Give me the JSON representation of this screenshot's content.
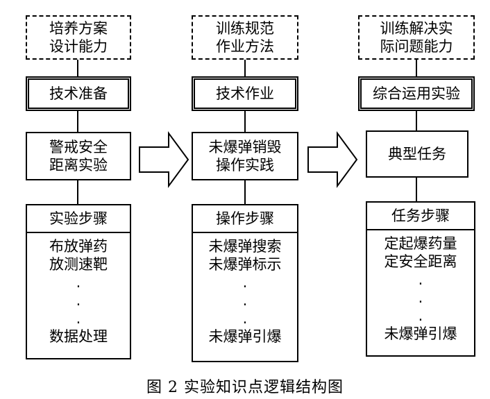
{
  "columns": [
    {
      "goal": "培养方案\n设计能力",
      "stage": "技术准备",
      "content": "警戒安全\n距离实验",
      "steps_title": "实验步骤",
      "steps": [
        "布放弹药",
        "放测速靶",
        ".",
        ".",
        ".",
        "数据处理"
      ]
    },
    {
      "goal": "训练规范\n作业方法",
      "stage": "技术作业",
      "content": "未爆弹销毁\n操作实践",
      "steps_title": "操作步骤",
      "steps": [
        "未爆弹搜索",
        "未爆弹标示",
        ".",
        ".",
        ".",
        "未爆弹引爆"
      ]
    },
    {
      "goal": "训练解决实\n际问题能力",
      "stage": "综合运用实验",
      "content": "典型任务",
      "steps_title": "任务步骤",
      "steps": [
        "定起爆药量",
        "定安全距离",
        ".",
        ".",
        ".",
        "未爆弹引爆"
      ]
    }
  ],
  "caption": "图 2 实验知识点逻辑结构图"
}
